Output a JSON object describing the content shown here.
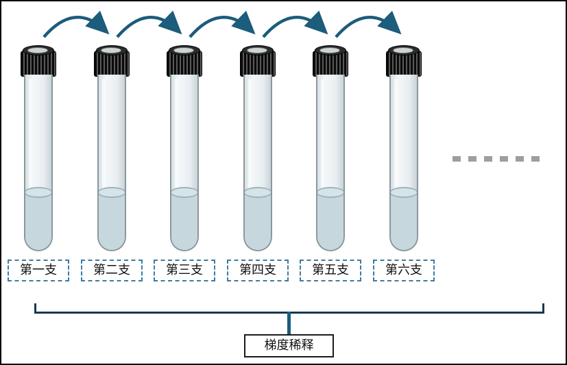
{
  "tubes": [
    {
      "label": "第一支"
    },
    {
      "label": "第二支"
    },
    {
      "label": "第三支"
    },
    {
      "label": "第四支"
    },
    {
      "label": "第五支"
    },
    {
      "label": "第六支"
    }
  ],
  "bottom_label": "梯度稀释",
  "colors": {
    "arrow": "#1c5c7c",
    "bracket_line": "#16394e",
    "bracket_stem": "#1c5c7c",
    "label_dashed_border": "#3d7aa3",
    "liquid": "#c6d7de",
    "cap": "#0a0a0a",
    "ellipsis": "#9e9e9e"
  }
}
